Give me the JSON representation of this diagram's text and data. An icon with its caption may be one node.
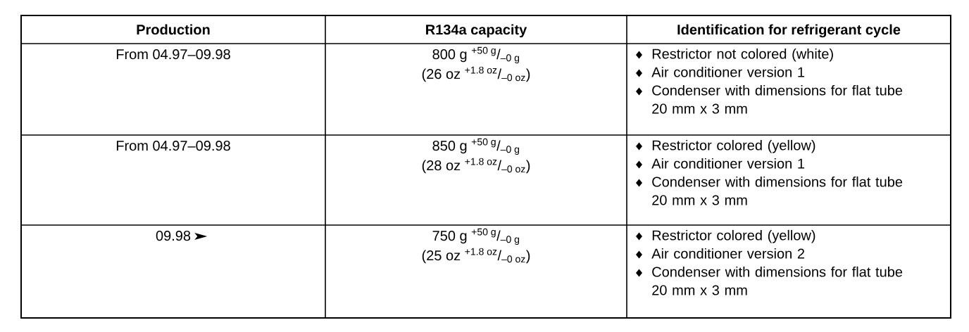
{
  "diagram": {
    "labels": [
      "Production",
      "R134a capacity",
      "Identification for refrigerant cycle",
      "From 04.97–09.98",
      "800 g $^{+50 g}$/$_{–0 g}$",
      "(26 oz $^{+1.8 oz}$/$_{–0 oz}$)",
      "Restrictor not colored (white)",
      "Air conditioner version 1",
      "Condenser with dimensions for flat tube 20 mm x 3 mm",
      "From 04.97–09.98",
      "850 g $^{+50 g}$/$_{–0 g}$",
      "(28 oz $^{+1.8 oz}$/$_{–0 oz}$)",
      "Restrictor colored (yellow)",
      "Air conditioner version 1",
      "Condenser with dimensions for flat tube 20 mm x 3 mm",
      "09.98",
      "750 g $^{+50 g}$/$_{–0 g}$",
      "(25 oz $^{+1.8 oz}$/$_{–0 oz}$)",
      "Restrictor colored (yellow)",
      "Air conditioner version 2",
      "Condenser with dimensions for flat tube 20 mm x 3 mm"
    ]
  }
}
